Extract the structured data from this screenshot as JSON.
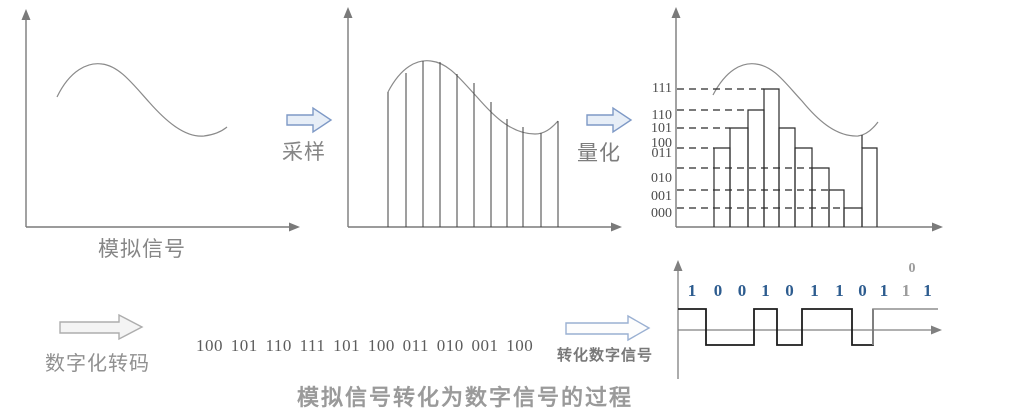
{
  "caption": "模拟信号转化为数字信号的过程",
  "analog_panel": {
    "label": "模拟信号"
  },
  "steps": {
    "sampling": "采样",
    "quantize": "量化",
    "transcode": "数字化转码",
    "to_digital": "转化数字信号"
  },
  "transcode_output": "100 101 110 111 101 100 011 010 001 100",
  "quantization": {
    "levels": [
      "111",
      "110",
      "101",
      "100",
      "011",
      "010",
      "001",
      "000"
    ],
    "bar_codes": [
      "100",
      "101",
      "110",
      "111",
      "101",
      "100",
      "011",
      "010",
      "001",
      "100"
    ]
  },
  "digital_signal": {
    "bits": [
      "1",
      "0",
      "0",
      "1",
      "0",
      "1",
      "1",
      "0",
      "1",
      "1",
      "1"
    ],
    "gray_bit_index": 9,
    "stray_bit": "0"
  },
  "colors": {
    "curve_gray": "#8a8a8a",
    "axis_gray": "#7a7a7a",
    "ink": "#2b2b2b",
    "bit_blue": "#2d5c8f",
    "muted_gray": "#9b9b9b",
    "arrow_blue_fill": "#e7eef7",
    "arrow_blue_stroke": "#7e99c6",
    "arrow_gray_fill": "#f4f4f4",
    "arrow_gray_stroke": "#adadad"
  }
}
